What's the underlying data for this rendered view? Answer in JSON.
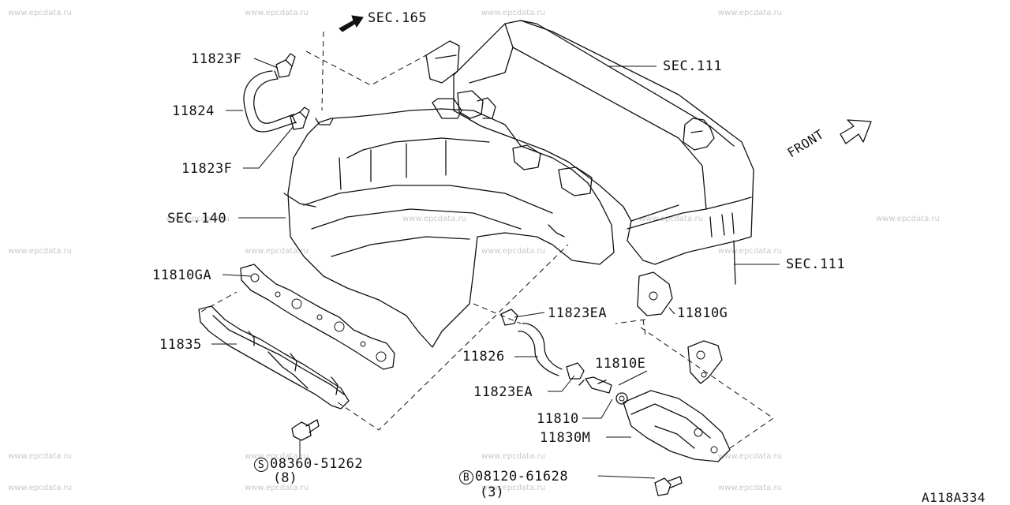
{
  "watermark": "www.epcdata.ru",
  "diagram_id": "A118A334",
  "front_label": "FRONT",
  "sections": {
    "sec165": "SEC.165",
    "sec111_top": "SEC.111",
    "sec140": "SEC.140",
    "sec111_right": "SEC.111"
  },
  "parts": {
    "p11823F_top": "11823F",
    "p11824": "11824",
    "p11823F_bottom": "11823F",
    "p11810GA": "11810GA",
    "p11835": "11835",
    "p11823EA_top": "11823EA",
    "p11810G": "11810G",
    "p11826": "11826",
    "p11810E": "11810E",
    "p11823EA_bottom": "11823EA",
    "p11810": "11810",
    "p11830M": "11830M"
  },
  "fasteners": {
    "screw": {
      "symbol": "S",
      "number": "08360-51262",
      "qty": "(8)"
    },
    "bolt": {
      "symbol": "B",
      "number": "08120-61628",
      "qty": "(3)"
    }
  }
}
